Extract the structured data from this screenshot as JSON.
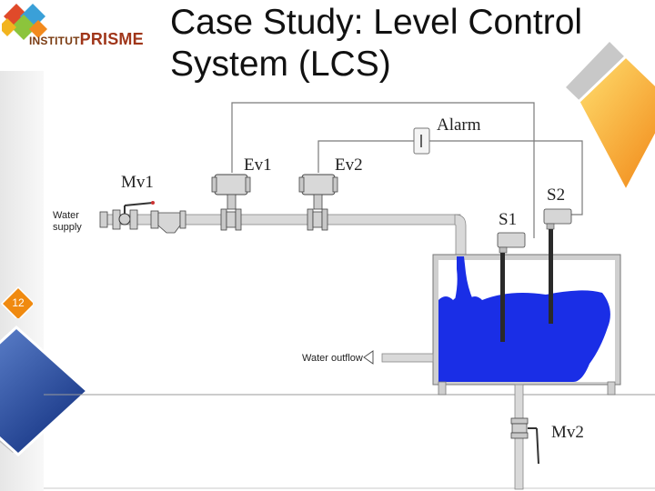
{
  "title": {
    "line1": "Case Study: Level Control",
    "line2": "System (LCS)"
  },
  "logo": {
    "word_part1": "INSTITUT",
    "word_part2": "PRISME"
  },
  "page_number": "12",
  "diagram": {
    "labels": {
      "alarm": "Alarm",
      "ev1": "Ev1",
      "ev2": "Ev2",
      "mv1": "Mv1",
      "s1": "S1",
      "s2": "S2",
      "mv2": "Mv2",
      "water_supply_line1": "Water",
      "water_supply_line2": "supply",
      "water_outflow": "Water outflow"
    },
    "colors": {
      "water": "#1a2ee6",
      "pipe": "#d8d8d8",
      "tank": "#cfcfcf",
      "accent_orange": "#f6a21a"
    }
  }
}
